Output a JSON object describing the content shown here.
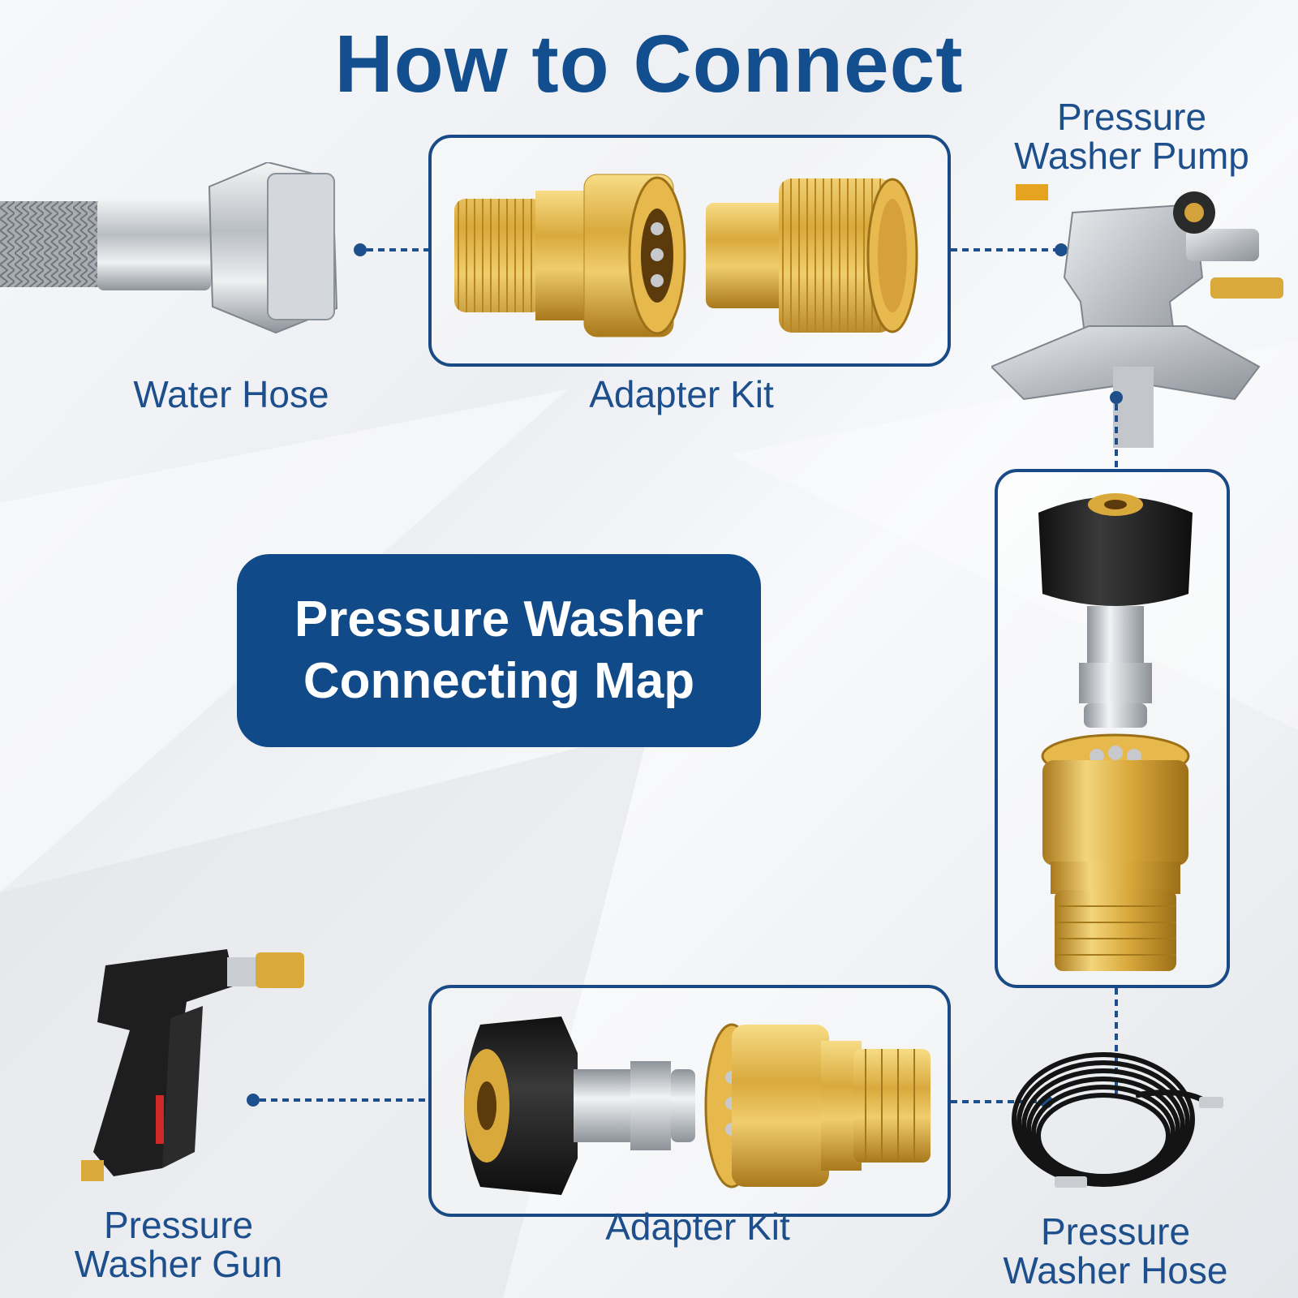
{
  "title": "How to Connect",
  "center_badge": {
    "line1": "Pressure Washer",
    "line2": "Connecting Map"
  },
  "labels": {
    "water_hose": "Water Hose",
    "adapter_kit_top": "Adapter Kit",
    "pump_line1": "Pressure",
    "pump_line2": "Washer Pump",
    "gun_line1": "Pressure",
    "gun_line2": "Washer Gun",
    "adapter_kit_bottom": "Adapter Kit",
    "hose_line1": "Pressure",
    "hose_line2": "Washer Hose"
  },
  "colors": {
    "brand_blue": "#134e8e",
    "brass": "#d9a93c",
    "black_part": "#1e1e1e",
    "steel": "#c9ccd0"
  }
}
